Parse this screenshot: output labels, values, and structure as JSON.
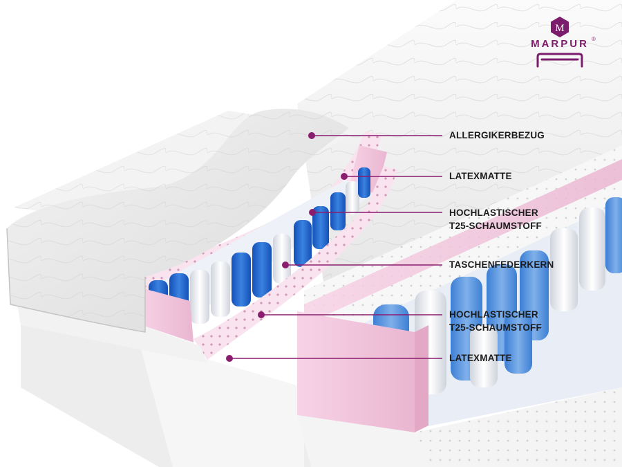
{
  "brand": {
    "logo_letter": "M",
    "name": "MARPUR",
    "registered_mark": "®",
    "color": "#7b1d6c",
    "icon": "bed-icon"
  },
  "colors": {
    "callout": "#8a1d6e",
    "foam_pink": "#f2c9df",
    "latex": "#f6e6ee",
    "spring_blue": "#2366c8",
    "spring_white": "#eef0f5",
    "cover": "#e4e4e4"
  },
  "callouts": [
    {
      "id": "allergikerbezug",
      "lines": [
        "ALLERGIKERBEZUG"
      ]
    },
    {
      "id": "latexmatte-top",
      "lines": [
        "LATEXMATTE"
      ]
    },
    {
      "id": "schaumstoff-top",
      "lines": [
        "HOCHLASTISCHER",
        "T25-SCHAUMSTOFF"
      ]
    },
    {
      "id": "taschenfederkern",
      "lines": [
        "TASCHENFEDERKERN"
      ]
    },
    {
      "id": "schaumstoff-bottom",
      "lines": [
        "HOCHLASTISCHER",
        "T25-SCHAUMSTOFF"
      ]
    },
    {
      "id": "latexmatte-bottom",
      "lines": [
        "LATEXMATTE"
      ]
    }
  ]
}
